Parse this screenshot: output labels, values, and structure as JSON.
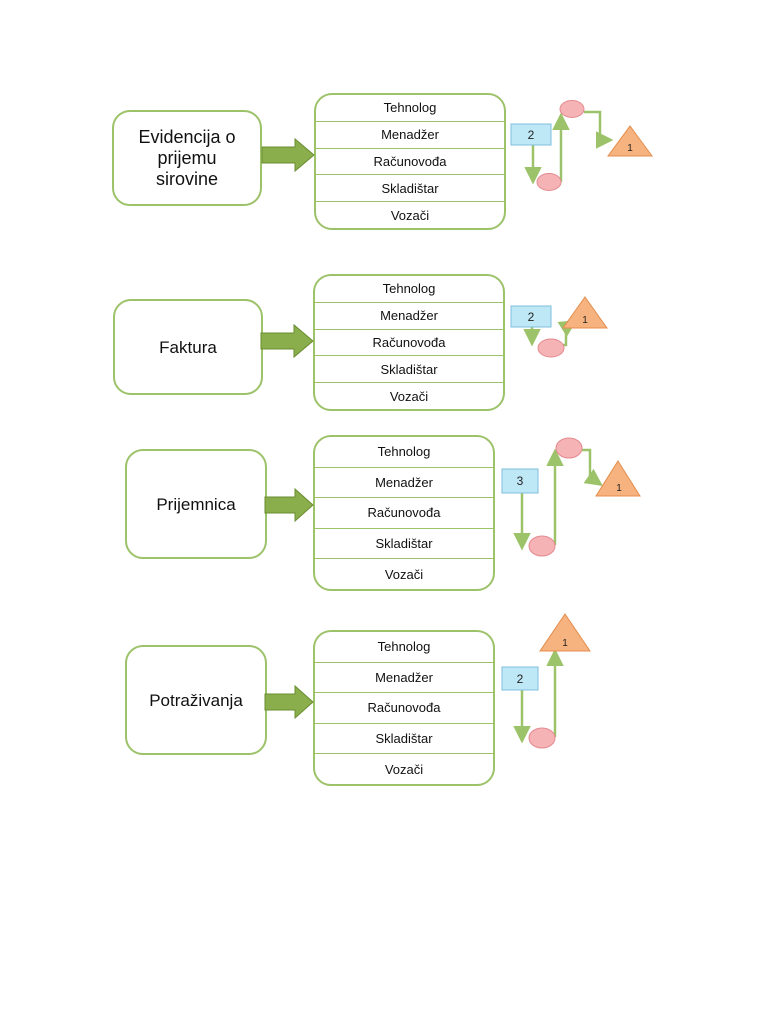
{
  "colors": {
    "green_border": "#9dc36a",
    "arrow_fill": "#8aae4b",
    "arrow_stroke": "#6a8d32",
    "blue_box": "#bfe8f7",
    "blue_border": "#7fbedd",
    "pink_node": "#f6b3b6",
    "pink_border": "#e38a8f",
    "orange_triangle": "#f6b37f",
    "orange_border": "#e48d4c"
  },
  "rows": [
    {
      "document": "Evidencija o prijemu sirovine",
      "roles": [
        "Tehnolog",
        "Menadžer",
        "Računovođa",
        "Skladištar",
        "Vozači"
      ],
      "box_number": "2",
      "triangle_number": "1"
    },
    {
      "document": "Faktura",
      "roles": [
        "Tehnolog",
        "Menadžer",
        "Računovođa",
        "Skladištar",
        "Vozači"
      ],
      "box_number": "2",
      "triangle_number": "1"
    },
    {
      "document": "Prijemnica",
      "roles": [
        "Tehnolog",
        "Menadžer",
        "Računovođa",
        "Skladištar",
        "Vozači"
      ],
      "box_number": "3",
      "triangle_number": "1"
    },
    {
      "document": "Potraživanja",
      "roles": [
        "Tehnolog",
        "Menadžer",
        "Računovođa",
        "Skladištar",
        "Vozači"
      ],
      "box_number": "2",
      "triangle_number": "1"
    }
  ]
}
